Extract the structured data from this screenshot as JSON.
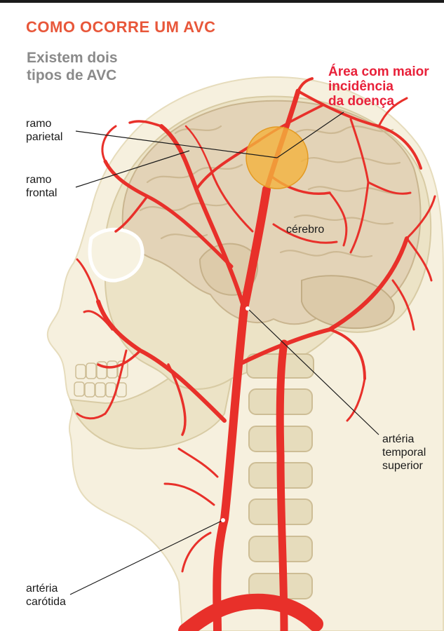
{
  "title": "COMO OCORRE UM AVC",
  "subtitle": "Existem dois tipos de AVC",
  "labels": {
    "area": [
      "Área com maior",
      "incidência",
      "da doença"
    ],
    "ramo_parietal": [
      "ramo",
      "parietal"
    ],
    "ramo_frontal": [
      "ramo",
      "frontal"
    ],
    "cerebro": "cérebro",
    "arteria_temporal": [
      "artéria",
      "temporal",
      "superior"
    ],
    "arteria_carotida": [
      "artéria",
      "carótida"
    ]
  },
  "colors": {
    "title": "#e8573a",
    "highlight": "#e8213a",
    "artery": "#e8302a",
    "skin": "#f6f0de",
    "skull": "#ece3c6",
    "brain": "#e3d3b7",
    "spine": "#e6dcbc",
    "hotspot": "#f2b33d"
  }
}
